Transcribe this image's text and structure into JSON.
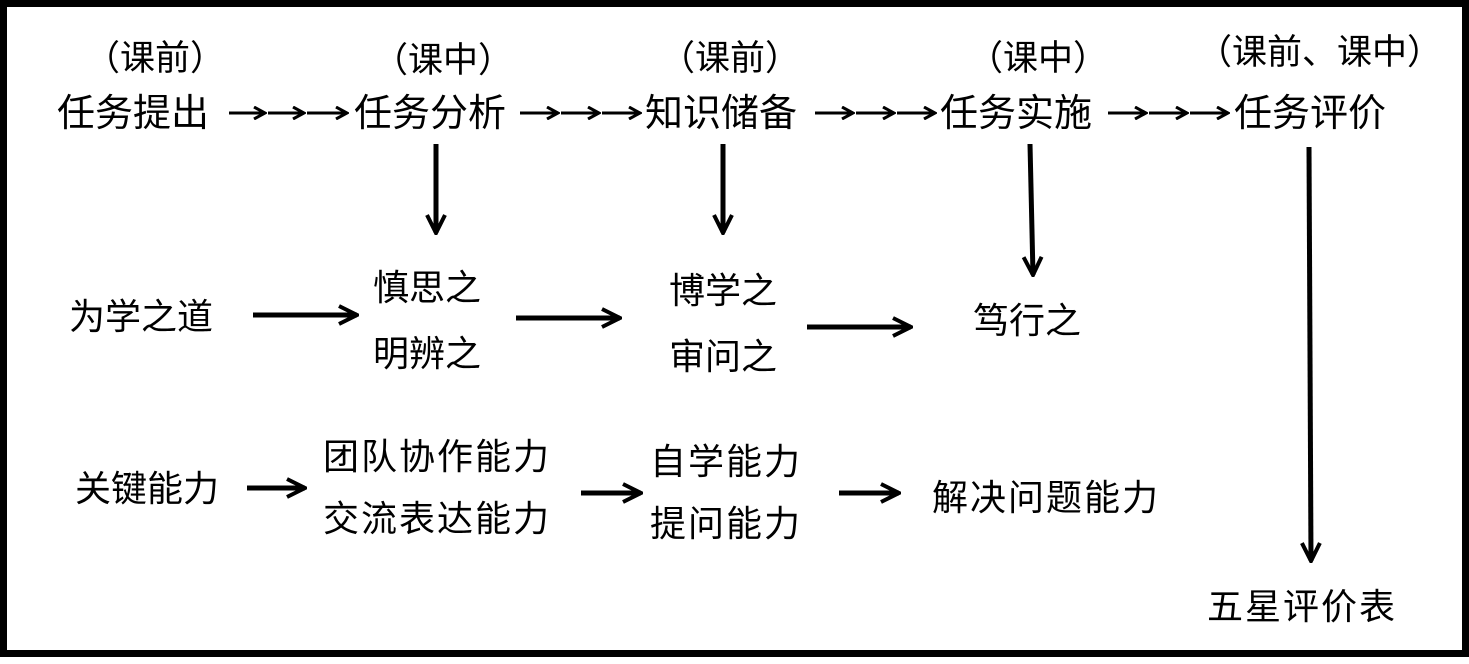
{
  "flow": {
    "stages": [
      {
        "phase": "（课前）",
        "task": "任务提出"
      },
      {
        "phase": "（课中）",
        "task": "任务分析"
      },
      {
        "phase": "（课前）",
        "task": "知识储备"
      },
      {
        "phase": "（课中）",
        "task": "任务实施"
      },
      {
        "phase": "（课前、课中）",
        "task": "任务评价"
      }
    ]
  },
  "learning": {
    "title": "为学之道",
    "steps": [
      [
        "慎思之",
        "明辨之"
      ],
      [
        "博学之",
        "审问之"
      ],
      [
        "笃行之"
      ]
    ]
  },
  "abilities": {
    "title": "关键能力",
    "steps": [
      [
        "团队协作能力",
        "交流表达能力"
      ],
      [
        "自学能力",
        "提问能力"
      ],
      [
        "解决问题能力"
      ]
    ]
  },
  "evaluation": {
    "label": "五星评价表"
  }
}
